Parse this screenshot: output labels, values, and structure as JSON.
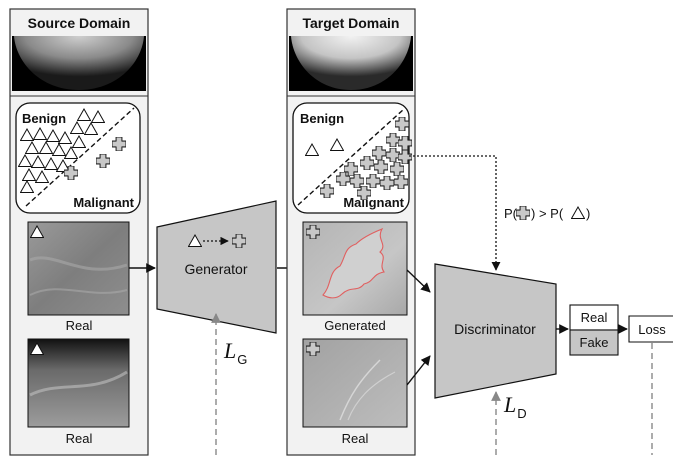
{
  "source_panel": {
    "title": "Source Domain",
    "benign_label": "Benign",
    "malignant_label": "Malignant",
    "patch_captions": [
      "Real",
      "Real"
    ]
  },
  "generator": {
    "label": "Generator",
    "loss_symbol": "L",
    "loss_subscript": "G"
  },
  "target_panel": {
    "title": "Target Domain",
    "benign_label": "Benign",
    "malignant_label": "Malignant",
    "patch_captions": [
      "Generated",
      "Real"
    ]
  },
  "discriminator": {
    "label": "Discriminator",
    "loss_symbol": "L",
    "loss_subscript": "D"
  },
  "probability": {
    "prefix": "P(",
    "middle": ") > P(",
    "suffix": ")"
  },
  "output": {
    "real_label": "Real",
    "fake_label": "Fake",
    "loss_label": "Loss"
  }
}
